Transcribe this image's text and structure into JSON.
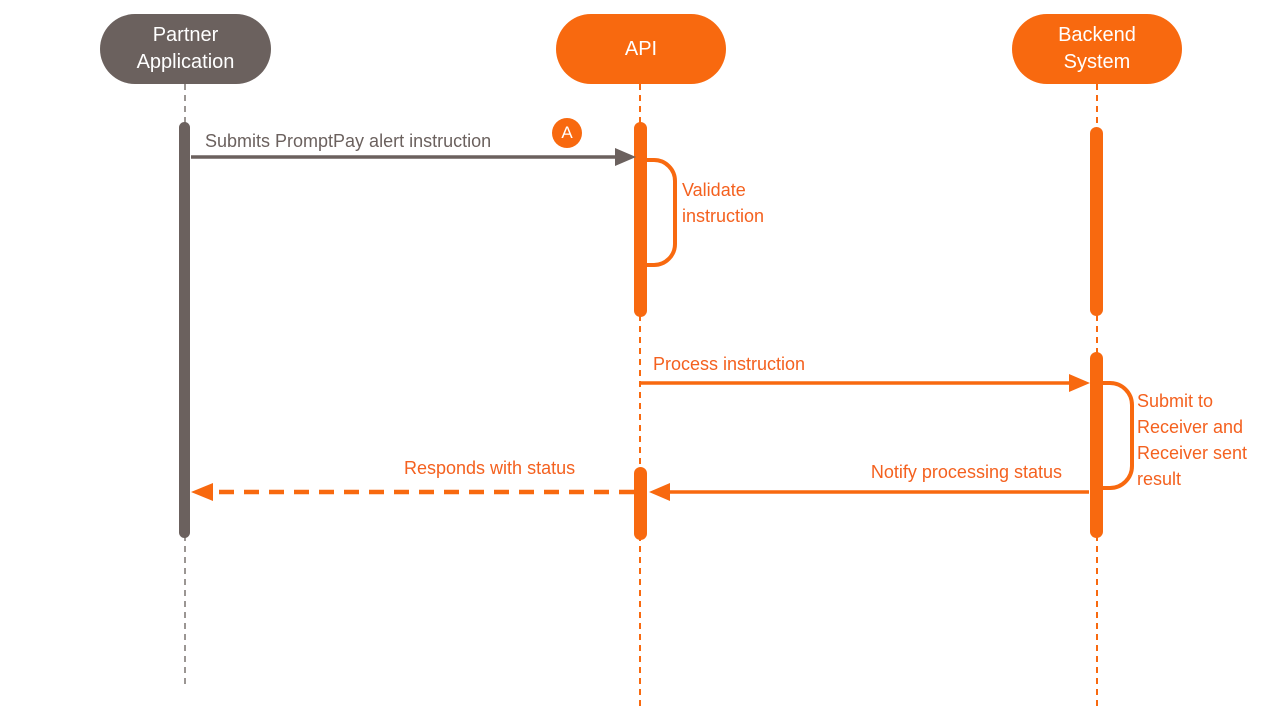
{
  "diagram": {
    "type": "sequence-diagram",
    "actors": [
      {
        "id": "partner",
        "label": "Partner Application",
        "color": "#6B615E"
      },
      {
        "id": "api",
        "label": "API",
        "color": "#F8690F"
      },
      {
        "id": "backend",
        "label": "Backend System",
        "color": "#F8690F"
      }
    ],
    "badge": {
      "label": "A",
      "color": "#F8690F"
    },
    "messages": [
      {
        "from": "partner",
        "to": "api",
        "label": "Submits PromptPay alert instruction",
        "style": "solid",
        "color": "#6B615E",
        "badge": "A"
      },
      {
        "from": "api",
        "to": "api",
        "label": "Validate instruction",
        "style": "self-loop",
        "color": "#F8690F"
      },
      {
        "from": "api",
        "to": "backend",
        "label": "Process instruction",
        "style": "solid",
        "color": "#F8690F"
      },
      {
        "from": "backend",
        "to": "backend",
        "label": "Submit to Receiver and Receiver sent result",
        "style": "self-loop",
        "color": "#F8690F"
      },
      {
        "from": "backend",
        "to": "api",
        "label": "Notify processing status",
        "style": "solid",
        "color": "#F8690F"
      },
      {
        "from": "api",
        "to": "partner",
        "label": "Responds with status",
        "style": "dashed",
        "color": "#F8690F"
      }
    ],
    "colors": {
      "orange": "#F8690F",
      "orange_text": "#F4611F",
      "taupe": "#6B615E",
      "lifeline_gray": "#9B9693",
      "background": "#FFFFFF"
    }
  }
}
